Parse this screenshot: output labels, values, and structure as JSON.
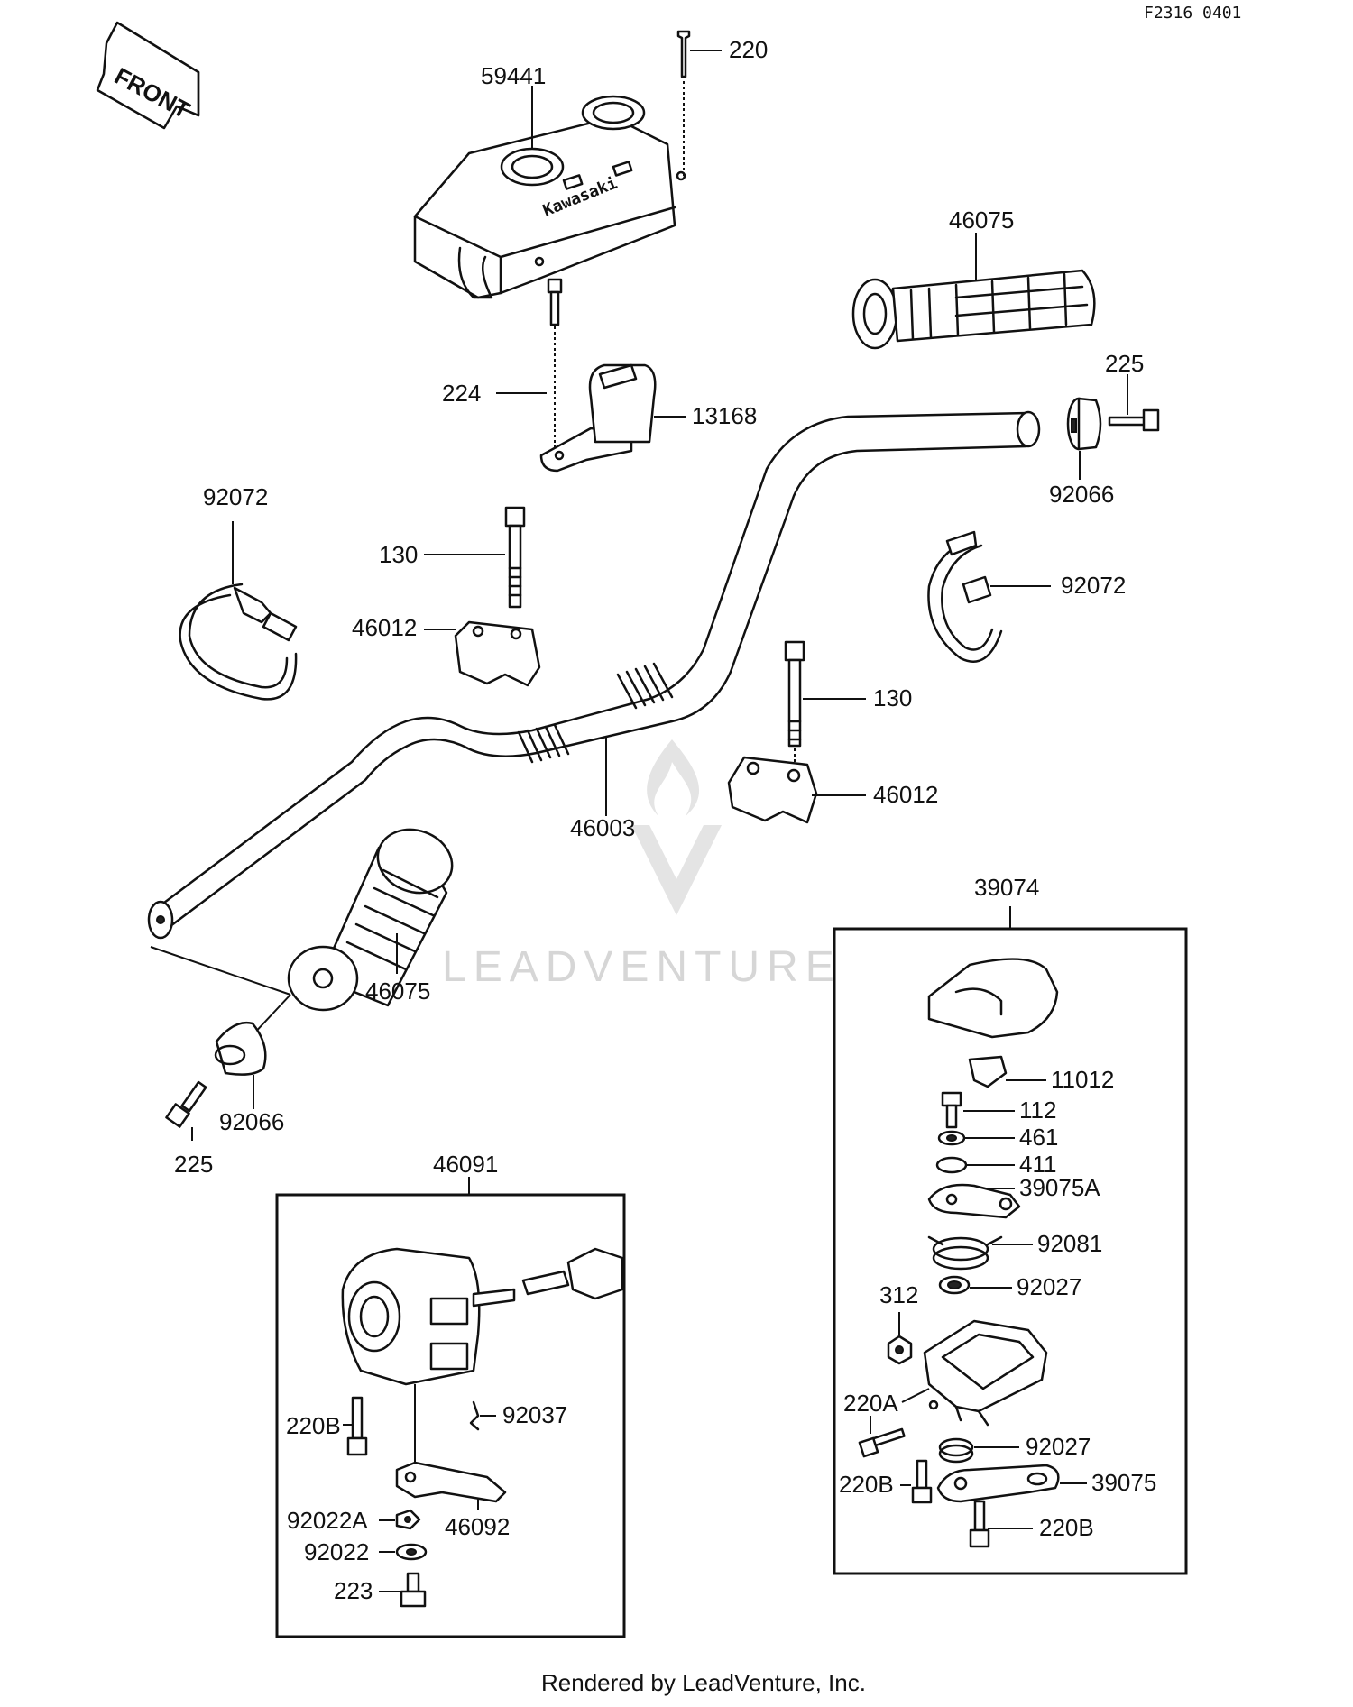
{
  "header": {
    "code": "F2316 0401"
  },
  "direction": {
    "label": "FRONT"
  },
  "parts": {
    "p220_top": "220",
    "p59441": "59441",
    "p46075_right": "46075",
    "p225_right": "225",
    "p224": "224",
    "p13168": "13168",
    "p92066_right": "92066",
    "p92072_left": "92072",
    "p130_left": "130",
    "p46012_left": "46012",
    "p92072_right": "92072",
    "p130_right": "130",
    "p46012_right": "46012",
    "p46003": "46003",
    "p46075_left": "46075",
    "p92066_left": "92066",
    "p225_left": "225",
    "p39074": "39074",
    "p11012": "11012",
    "p112": "112",
    "p461": "461",
    "p411": "411",
    "p39075A": "39075A",
    "p92081": "92081",
    "p312": "312",
    "p92027_a": "92027",
    "p220A": "220A",
    "p92027_b": "92027",
    "p220B_r1": "220B",
    "p39075": "39075",
    "p220B_r2": "220B",
    "p46091": "46091",
    "p92037": "92037",
    "p220B_left": "220B",
    "p92022A": "92022A",
    "p46092": "46092",
    "p92022": "92022",
    "p223": "223"
  },
  "cover_marks": {
    "brand": "Kawasaki"
  },
  "watermark": {
    "text": "LEADVENTURE"
  },
  "footer": {
    "text": "Rendered by LeadVenture, Inc."
  }
}
